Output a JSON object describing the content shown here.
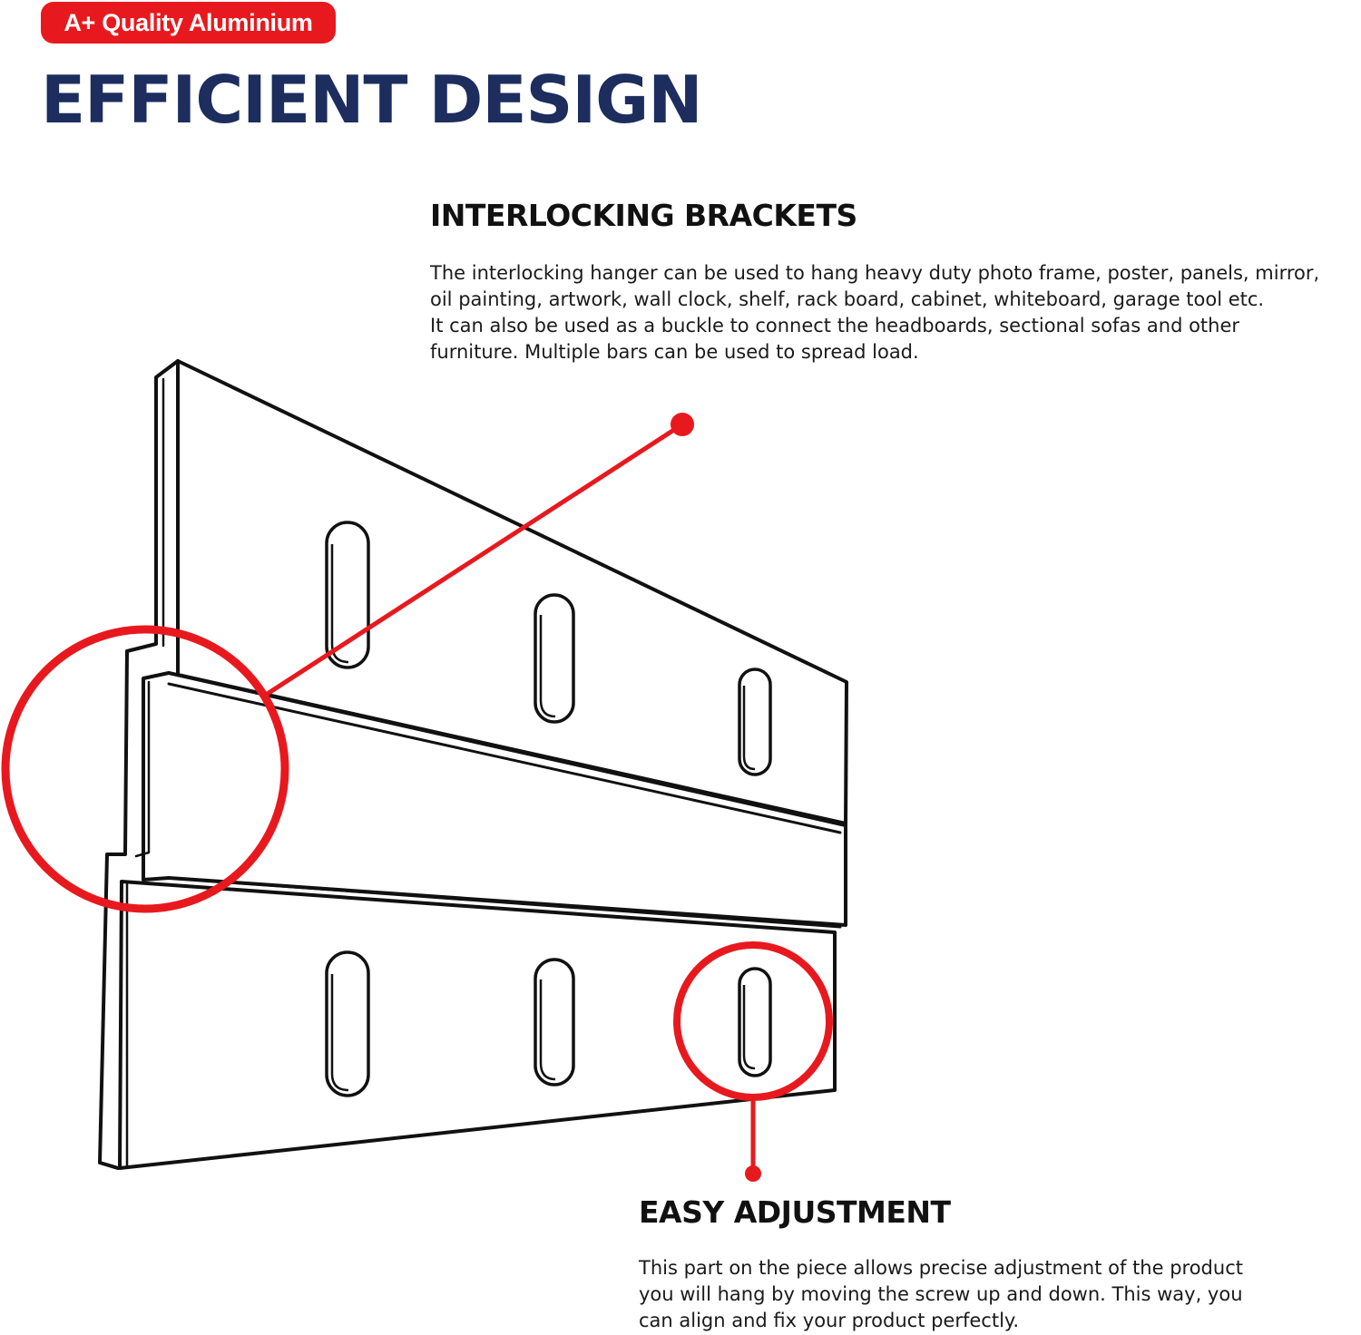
{
  "colors": {
    "accent_red": "#e8191e",
    "heading_navy": "#1c2d5e",
    "outline": "#111111",
    "background": "#ffffff"
  },
  "badge": {
    "label": "A+ Quality Aluminium"
  },
  "headline": "EFFICIENT DESIGN",
  "sections": [
    {
      "title": "INTERLOCKING BRACKETS",
      "lines": [
        "The interlocking hanger can be used to hang heavy duty photo frame, poster, panels, mirror,",
        "oil painting, artwork, wall clock, shelf, rack board, cabinet, whiteboard, garage tool etc.",
        "It can also be used as a buckle to connect the headboards, sectional sofas and other",
        "furniture. Multiple bars can be used to spread load."
      ]
    },
    {
      "title": "EASY ADJUSTMENT",
      "lines": [
        "This part on the piece allows precise adjustment of the product",
        "you will hang by moving the screw up and down. This way, you",
        "can align and fix your product perfectly."
      ]
    }
  ],
  "illustration": {
    "subject": "interlocking aluminium hanger brackets line drawing",
    "upper_bracket_slots": 3,
    "lower_bracket_slots": 3,
    "callouts": [
      "interlock-edge-callout",
      "slot-callout"
    ]
  }
}
